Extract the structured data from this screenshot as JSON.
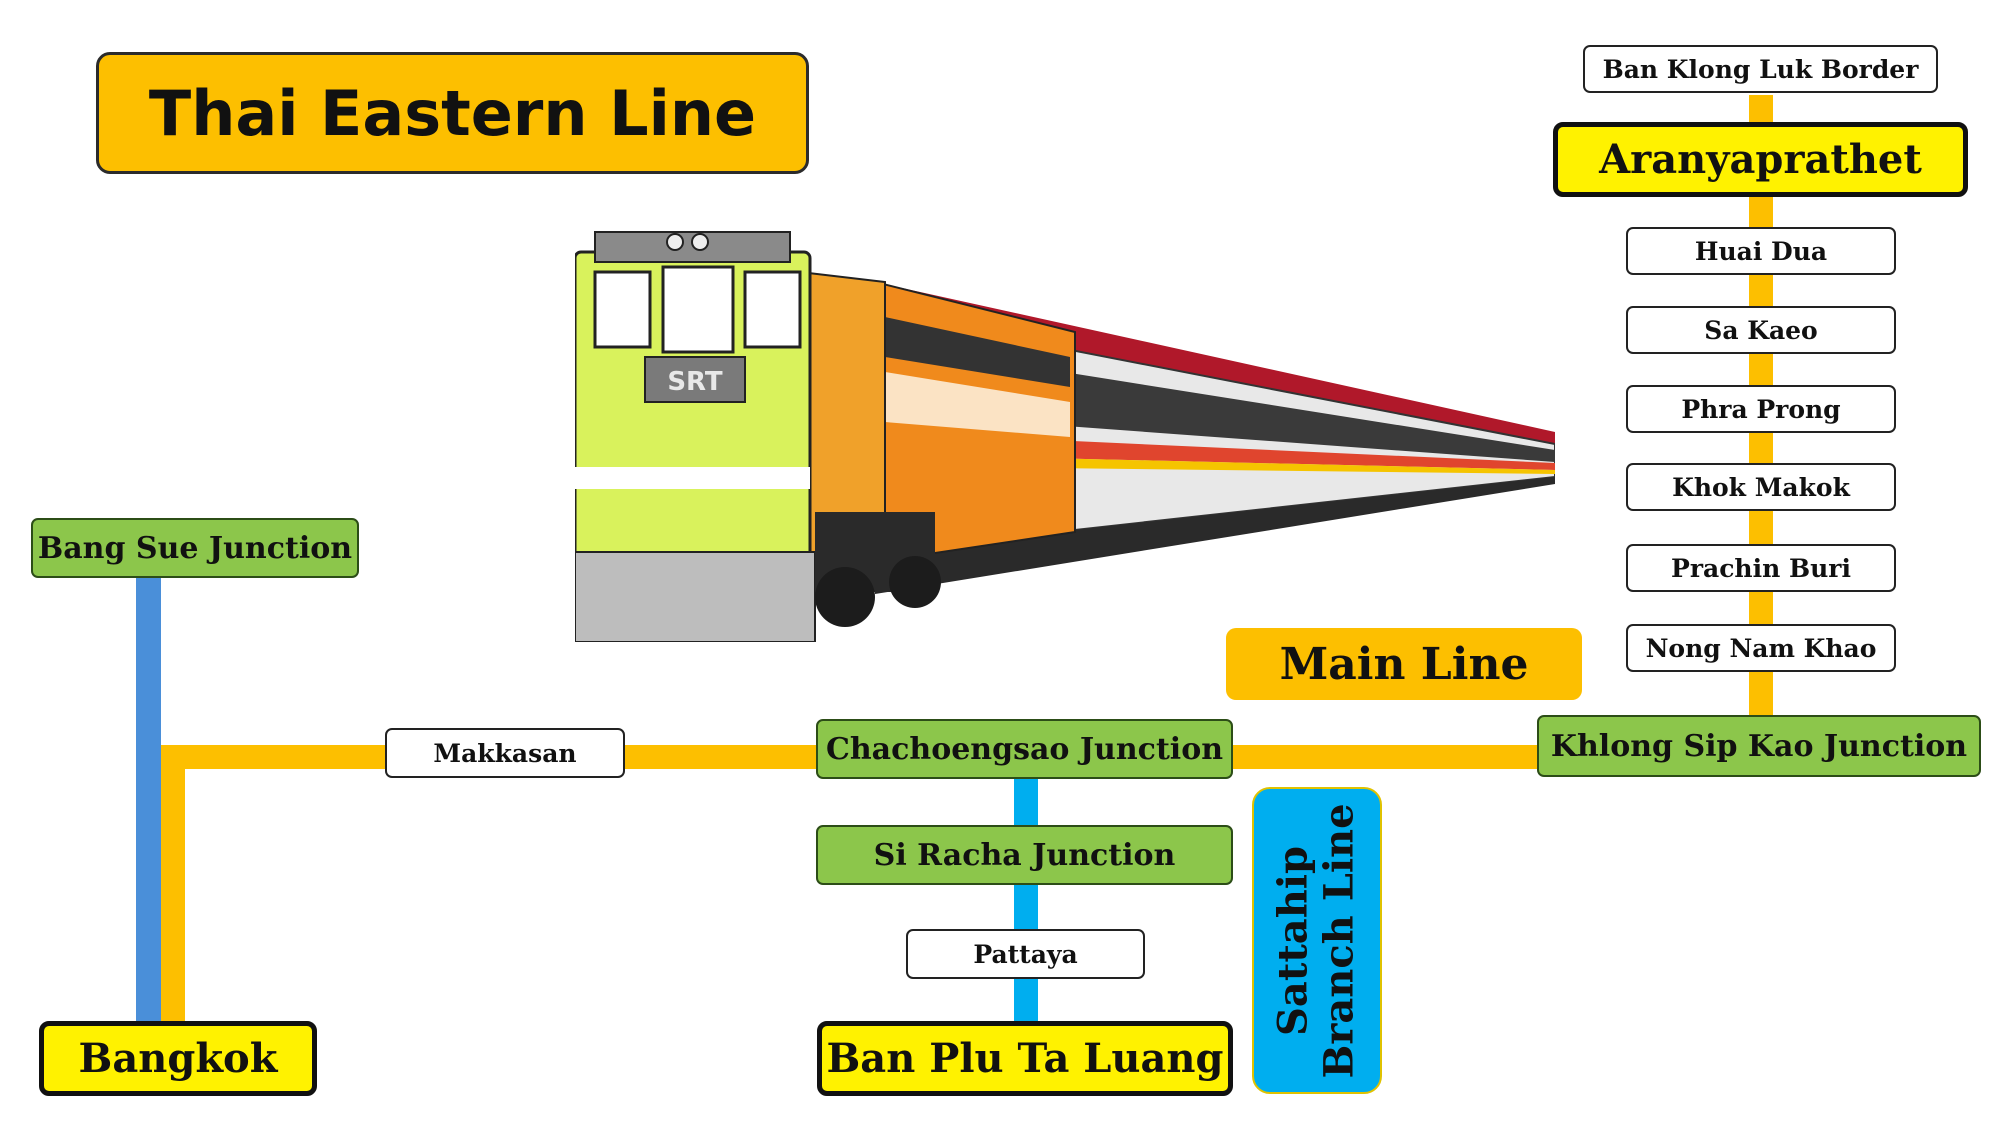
{
  "title": "Thai Eastern Line",
  "labels": {
    "main_line": "Main Line",
    "branch_line": [
      "Sattahip",
      "Branch Line"
    ]
  },
  "train_livery_text": "SRT",
  "colors": {
    "main_line": "#fdbf00",
    "bang_sue_link": "#4a8fd9",
    "sattahip_branch": "#00aeef",
    "junction": "#8cc64b",
    "terminal": "#fff200"
  },
  "stations": {
    "bang_sue_junction": "Bang Sue Junction",
    "bangkok": "Bangkok",
    "makkasan": "Makkasan",
    "chachoengsao_junction": "Chachoengsao Junction",
    "si_racha_junction": "Si Racha Junction",
    "pattaya": "Pattaya",
    "ban_plu_ta_luang": "Ban Plu Ta Luang",
    "khlong_sip_kao_junction": "Khlong Sip Kao Junction",
    "nong_nam_khao": "Nong Nam Khao",
    "prachin_buri": "Prachin Buri",
    "khok_makok": "Khok Makok",
    "phra_prong": "Phra Prong",
    "sa_kaeo": "Sa Kaeo",
    "huai_dua": "Huai Dua",
    "aranyaprathet": "Aranyaprathet",
    "ban_klong_luk_border": "Ban Klong Luk Border"
  }
}
